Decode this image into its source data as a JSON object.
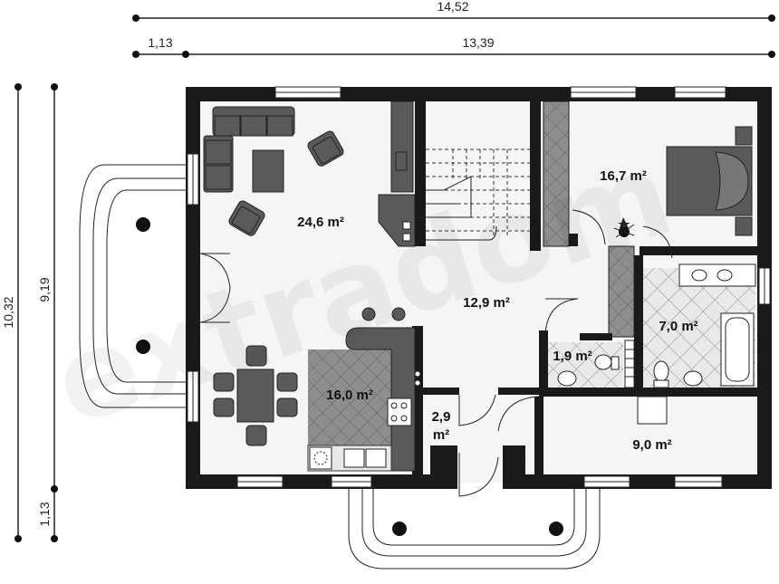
{
  "dimensions": {
    "total_width": "14,52",
    "offset_width": "1,13",
    "main_width": "13,39",
    "total_height": "10,32",
    "main_height": "9,19",
    "offset_height": "1,13"
  },
  "rooms": {
    "living": "24,6 m²",
    "hall": "12,9 m²",
    "bedroom": "16,7 m²",
    "kitchen": "16,0 m²",
    "wc": "1,9 m²",
    "bathroom": "7,0 m²",
    "vestibule_line1": "2,9",
    "vestibule_line2": "m²",
    "office": "9,0 m²"
  },
  "watermark": "extradom"
}
